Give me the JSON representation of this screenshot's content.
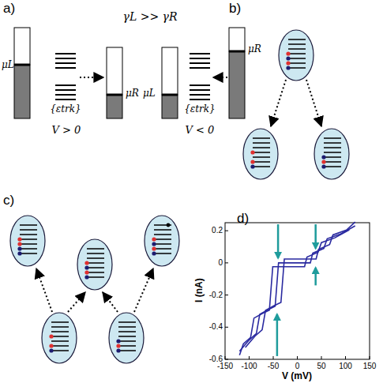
{
  "diagram": {
    "labels": [
      "a)",
      "γL >> γR",
      "μL",
      "{εtrk}",
      "μR",
      "V > 0",
      "μL",
      "{εtrk}",
      "μR",
      "V < 0",
      "b)",
      "c)",
      "d)",
      "0.2",
      "0",
      "-0.2",
      "-0.4",
      "-0.6",
      "-150",
      "-100",
      "-50",
      "0",
      "50",
      "100",
      "150",
      "I (nA)",
      "V (mV)"
    ]
  }
}
